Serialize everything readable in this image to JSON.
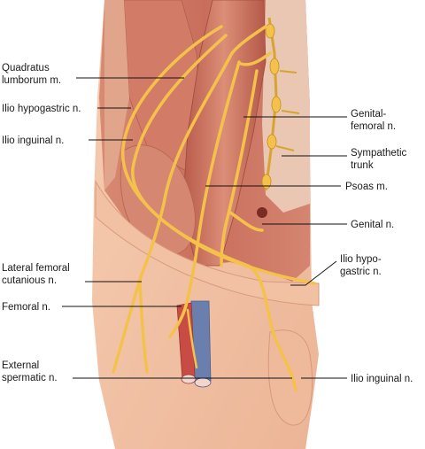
{
  "labels": {
    "quadratus": [
      "Quadratus",
      "lumborum m."
    ],
    "iliohypogastric_left": [
      "Ilio hypogastric n."
    ],
    "ilioinguinal_left": [
      "Ilio inguinal n."
    ],
    "lateral_femoral": [
      "Lateral femoral",
      "cutanious n."
    ],
    "femoral": [
      "Femoral n."
    ],
    "external_spermatic": [
      "External",
      "spermatic n."
    ],
    "genitofemoral": [
      "Genital-",
      "femoral n."
    ],
    "sympathetic": [
      "Sympathetic",
      "trunk"
    ],
    "psoas": [
      "Psoas m."
    ],
    "genital": [
      "Genital n."
    ],
    "iliohypogastric_right": [
      "Ilio hypo-",
      "gastric n."
    ],
    "ilioinguinal_right": [
      "Ilio inguinal n."
    ]
  },
  "colors": {
    "skin": "#f3c3a6",
    "muscle": "#cf7a66",
    "nerve": "#f4c24a",
    "artery": "#c84b45",
    "vein": "#6b7fae"
  }
}
